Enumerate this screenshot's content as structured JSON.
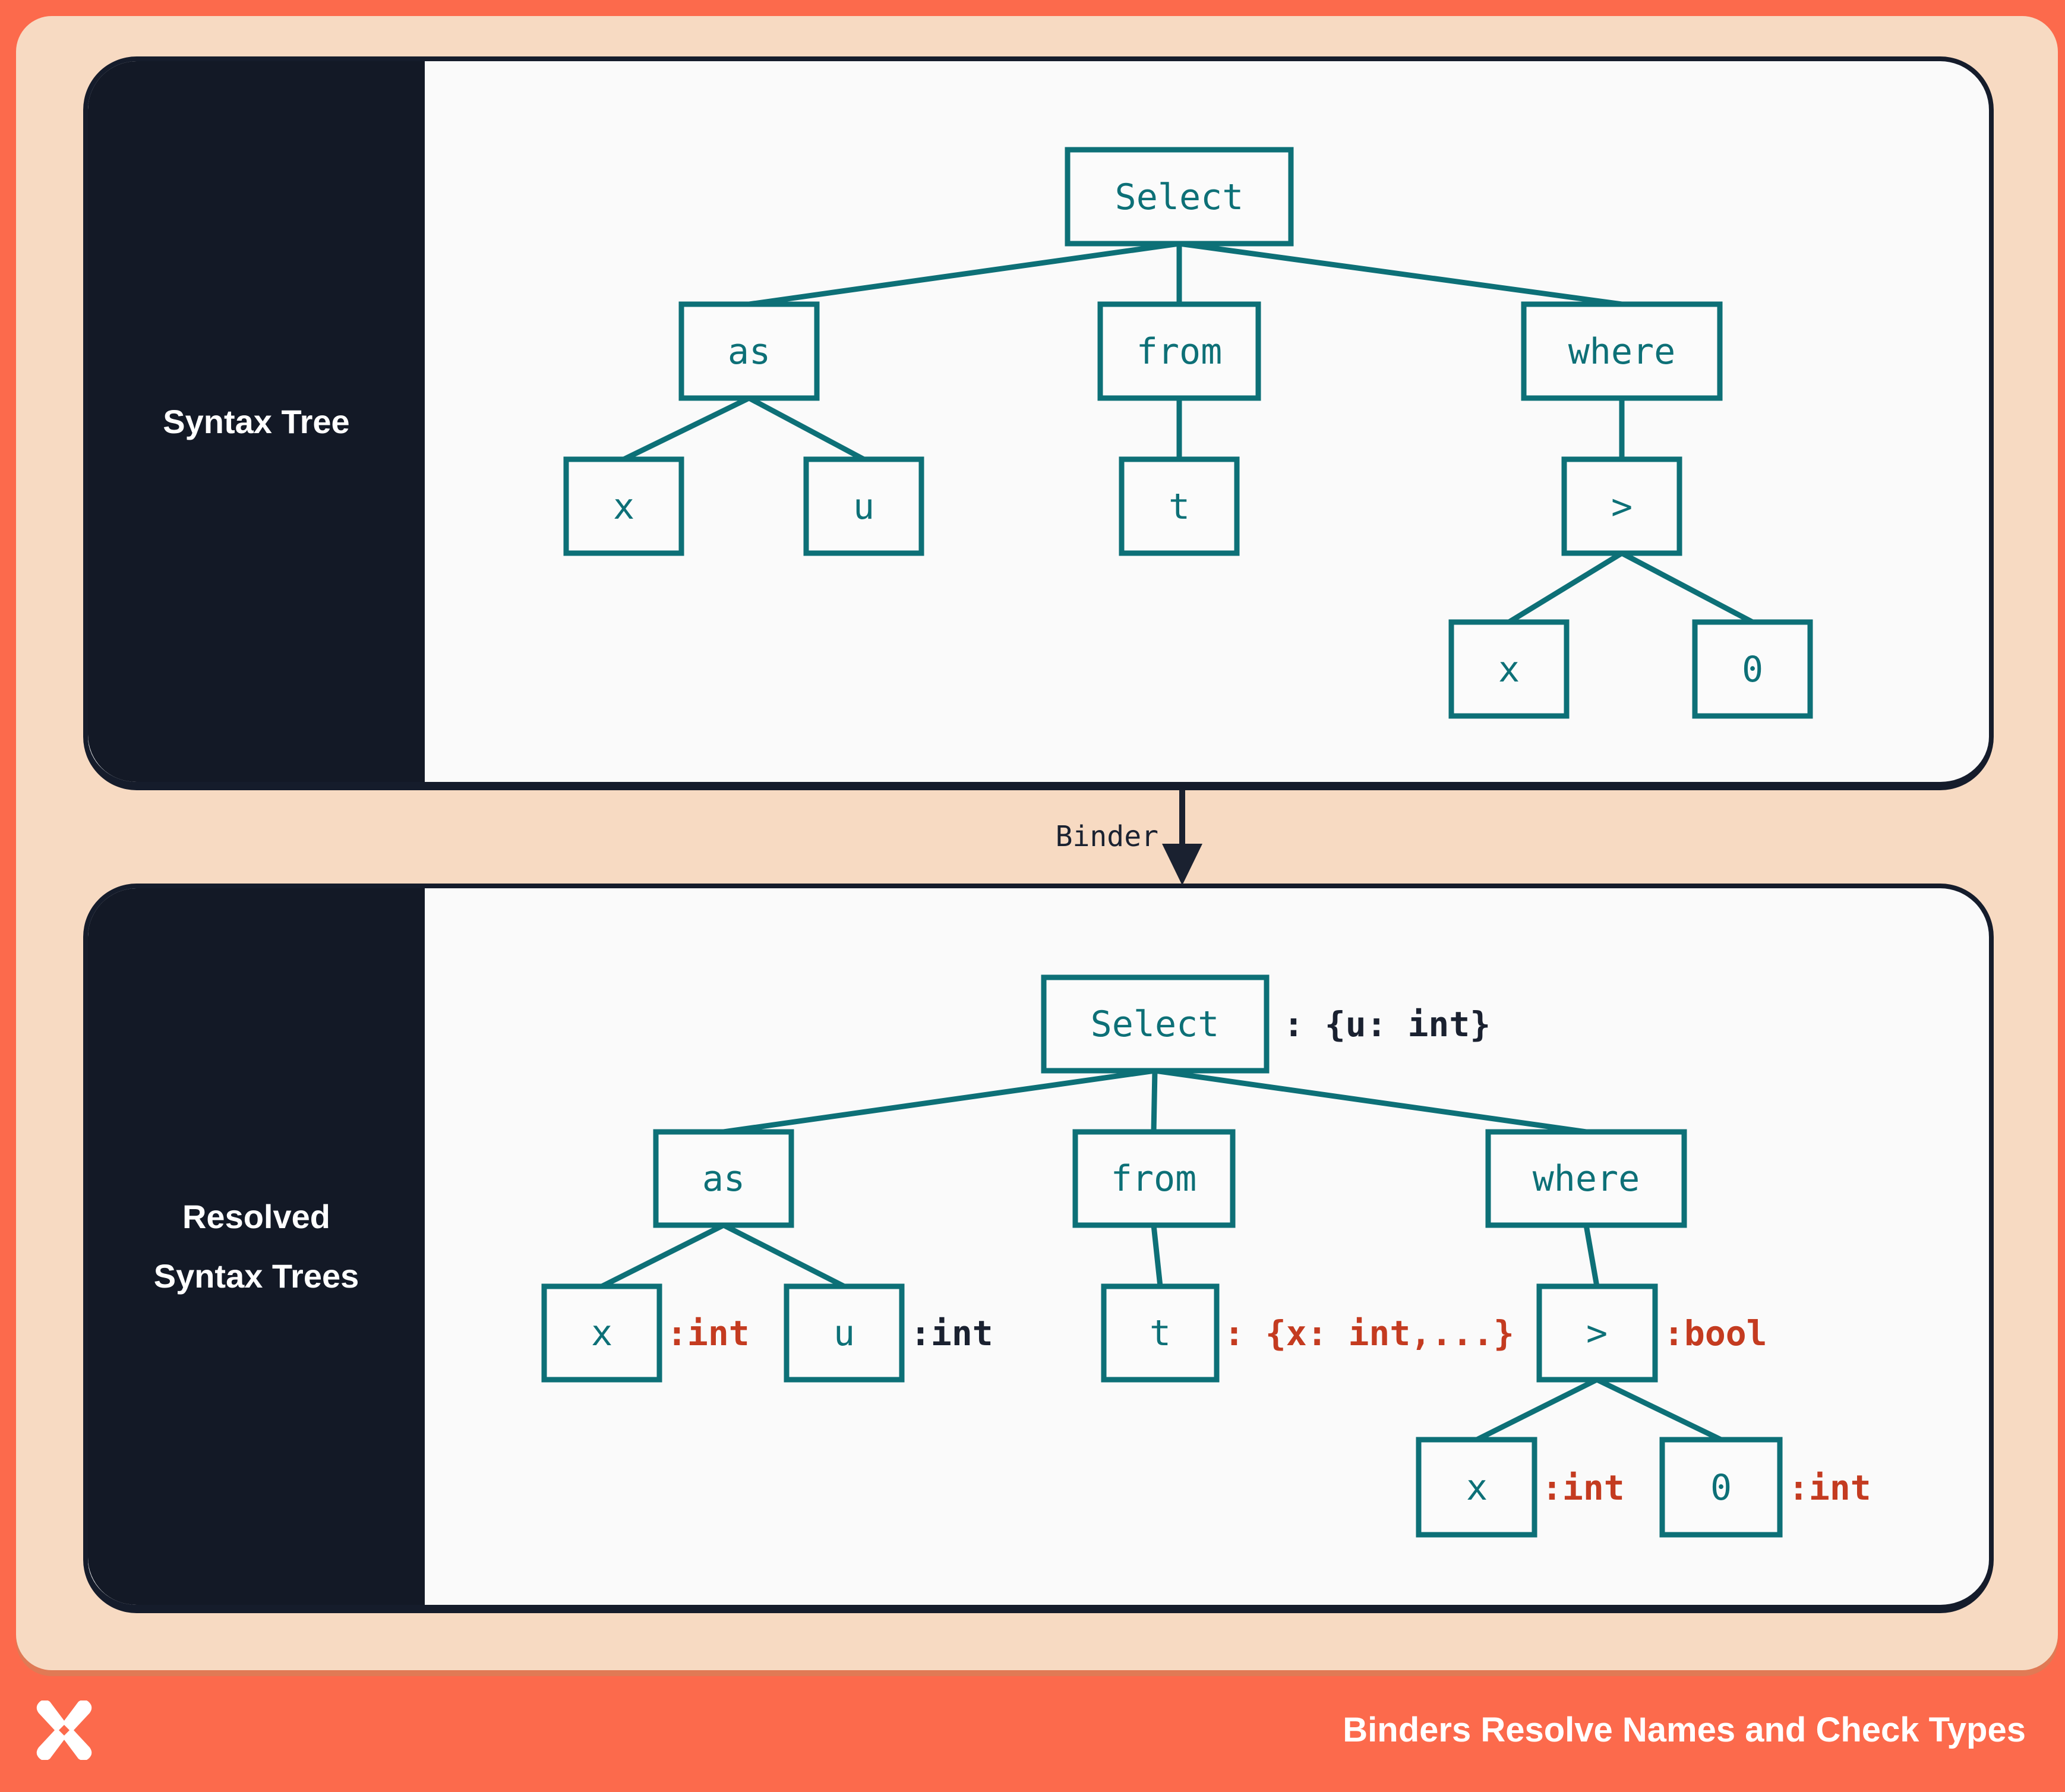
{
  "colors": {
    "coral": "#FC6A4C",
    "peach": "#F7DAC2",
    "navy": "#131926",
    "panel_background": "#FAFAFA",
    "teal_accent": "#0D7077",
    "type_annotation_red": "#C43B20",
    "type_annotation_navy": "#1A2130",
    "white": "#FFFFFF"
  },
  "panel_top": {
    "title": "Syntax Tree"
  },
  "panel_bottom": {
    "title_line1": "Resolved",
    "title_line2": "Syntax Trees"
  },
  "binder": {
    "label": "Binder"
  },
  "syntax_tree": {
    "select": "Select",
    "as": "as",
    "from": "from",
    "where": "where",
    "x1": "x",
    "u": "u",
    "t": "t",
    "gt": ">",
    "x2": "x",
    "zero": "0"
  },
  "resolved_tree": {
    "select": "Select",
    "as": "as",
    "from": "from",
    "where": "where",
    "x1": "x",
    "u": "u",
    "t": "t",
    "gt": ">",
    "x2": "x",
    "zero": "0",
    "select_type": ": {u: int}",
    "x1_type": ":int",
    "u_type": ":int",
    "t_type": ": {x: int,...}",
    "gt_type": ":bool",
    "x2_type": ":int",
    "zero_type": ":int"
  },
  "footer": {
    "title": "Binders Resolve Names and Check Types",
    "logo_icon": "pinwheel-x"
  }
}
